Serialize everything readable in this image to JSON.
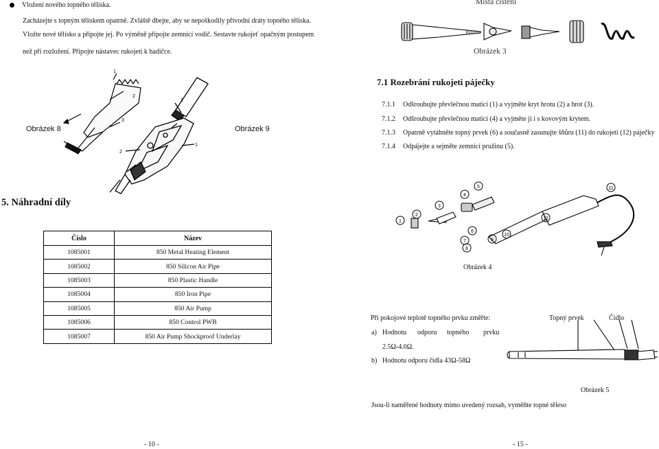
{
  "left_page": {
    "bullet_heading": "Vložení nového topného tělíska.",
    "paragraph_lines": [
      "Zacházejte s topným tělískem opatrně. Zvláště dbejte, aby se nepoškodily přívodní dráty topného tělíska.",
      "Vložte nové tělísko a připojte jej. Po výměně připojte zemnící vodič. Sestavte rukojeť opačným postupem",
      "než při rozložení. Připojte nástavec rukojeti k hadičce."
    ],
    "figure8_label": "Obrázek 8",
    "figure9_label": "Obrázek 9",
    "fig8_callouts": [
      "1",
      "2",
      "3"
    ],
    "fig9_callouts": [
      "1",
      "2"
    ],
    "section_title": "5. Náhradní díly",
    "table": {
      "headers": [
        "Číslo",
        "Název"
      ],
      "rows": [
        [
          "1085001",
          "850 Metal Heating Element"
        ],
        [
          "1085002",
          "850 Silicon Air Pipe"
        ],
        [
          "1085003",
          "850 Plastic Handle"
        ],
        [
          "1085004",
          "850 Iron Pipe"
        ],
        [
          "1085005",
          "850 Air Pump"
        ],
        [
          "1085006",
          "850 Control PWB"
        ],
        [
          "1085007",
          "850 Air Pump Shockproof Underlay"
        ]
      ]
    },
    "page_number": "- 10 -"
  },
  "right_page": {
    "cleaning_label": "Místa čistění",
    "figure3_label": "Obrázek 3",
    "section_title": "7.1 Rozebrání rukojeti páječky",
    "steps": [
      {
        "num": "7.1.1",
        "text": "Odšroubujte převlečnou matici (1) a vyjměte kryt hrotu (2) a hrot (3)."
      },
      {
        "num": "7.1.2",
        "text": "Odšroubujte převlečnou matici (4) a vyjměte ji i s kovovým krytem."
      },
      {
        "num": "7.1.3",
        "text": "Opatrně vytáhněte topný prvek (6) a současně zasunujte šňůru (11) do rukojeti (12) páječky"
      },
      {
        "num": "7.1.4",
        "text": "Odpájejte a sejměte zemnící pružinu (5)."
      }
    ],
    "figure4_label": "Obrázek 4",
    "fig4_callouts": [
      "1",
      "2",
      "3",
      "4",
      "5",
      "6",
      "7",
      "8",
      "9",
      "10",
      "11",
      "12"
    ],
    "measure_intro": "Při pokojové teplotě topného prvku změřte:",
    "heater_label": "Topný prvek",
    "sensor_label": "Čidlo",
    "measure_a_prefix": "a)",
    "measure_a_words": [
      "Hodnotu",
      "odporu",
      "topného",
      "prvku"
    ],
    "measure_a_value": "2.5Ω-4.0Ω.",
    "measure_b_prefix": "b)",
    "measure_b": "Hodnotu odporu čidla 43Ω-58Ω",
    "figure5_label": "Obrázek 5",
    "footer_note": "Jsou-li naměřené hodnoty mimo uvedený rozsah, vyměňte topné těleso",
    "page_number": "- 15 -"
  }
}
